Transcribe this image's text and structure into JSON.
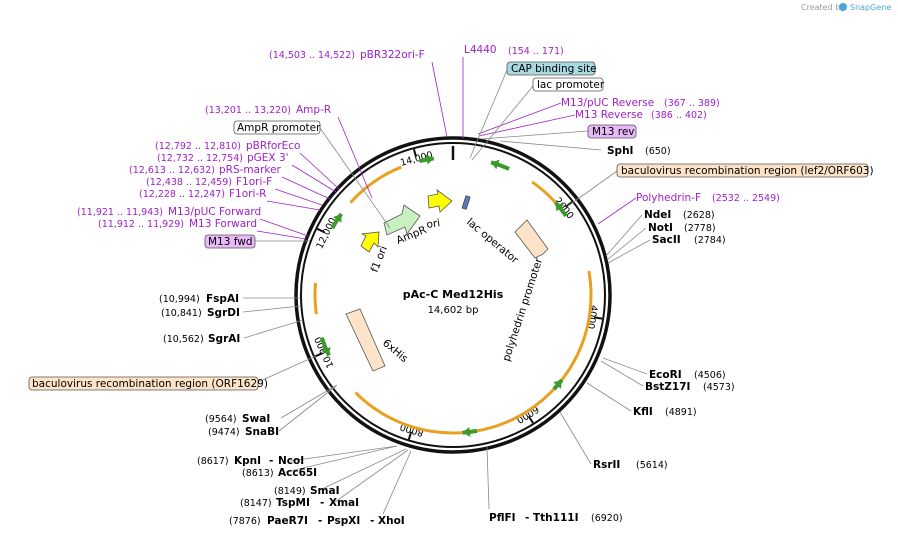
{
  "credit": {
    "created_by": "Created by",
    "brand": "SnapGene"
  },
  "plasmid": {
    "name": "pAc-C Med12His",
    "size": "14,602 bp"
  },
  "ruler": [
    {
      "label": "14,000",
      "angle": -15
    },
    {
      "label": "2000",
      "angle": 52
    },
    {
      "label": "4000",
      "angle": 99
    },
    {
      "label": "6000",
      "angle": 148
    },
    {
      "label": "8000",
      "angle": 197
    },
    {
      "label": "10,000",
      "angle": 246
    },
    {
      "label": "12,000",
      "angle": 296
    }
  ],
  "features": [
    {
      "id": "amp",
      "label": "AmpR",
      "color": "#c8f0c0"
    },
    {
      "id": "ori",
      "label": "ori",
      "color": "#ffff00"
    },
    {
      "id": "f1",
      "label": "f1 ori",
      "color": "#ffff00"
    },
    {
      "id": "lacop",
      "label": "lac operator"
    },
    {
      "id": "polh",
      "label": "polyhedrin promoter"
    },
    {
      "id": "his",
      "label": "6xHis"
    }
  ],
  "sites": [
    {
      "name": "SphI",
      "pos": "(650)"
    },
    {
      "name": "NdeI",
      "pos": "(2628)"
    },
    {
      "name": "NotI",
      "pos": "(2778)"
    },
    {
      "name": "SacII",
      "pos": "(2784)"
    },
    {
      "name": "EcoRI",
      "pos": "(4506)"
    },
    {
      "name": "BstZ17I",
      "pos": "(4573)"
    },
    {
      "name": "KflI",
      "pos": "(4891)"
    },
    {
      "name": "RsrII",
      "pos": "(5614)"
    },
    {
      "name": "PflFI",
      "sep": "-",
      "name2": "Tth111I",
      "pos": "(6920)"
    },
    {
      "name": "PaeR7I",
      "sep": "-",
      "name2": "PspXI",
      "sep2": "-",
      "name3": "XhoI",
      "pos": "(7876)"
    },
    {
      "name": "TspMI",
      "sep": "-",
      "name2": "XmaI",
      "pos": "(8147)"
    },
    {
      "name": "SmaI",
      "pos": "(8149)"
    },
    {
      "name": "Acc65I",
      "pos": "(8613)"
    },
    {
      "name": "KpnI",
      "sep": "-",
      "name2": "NcoI",
      "pos": "(8617)"
    },
    {
      "name": "SnaBI",
      "pos": "(9474)"
    },
    {
      "name": "SwaI",
      "pos": "(9564)"
    },
    {
      "name": "SgrAI",
      "pos": "(10,562)"
    },
    {
      "name": "SgrDI",
      "pos": "(10,841)"
    },
    {
      "name": "FspAI",
      "pos": "(10,994)"
    }
  ],
  "primers": [
    {
      "name": "pBR322ori-F",
      "pos": "(14,503 .. 14,522)"
    },
    {
      "name": "L4440",
      "pos": "(154 .. 171)"
    },
    {
      "name": "M13/pUC Reverse",
      "pos": "(367 .. 389)"
    },
    {
      "name": "M13 Reverse",
      "pos": "(386 .. 402)"
    },
    {
      "name": "Polyhedrin-F",
      "pos": "(2532 .. 2549)"
    },
    {
      "name": "Amp-R",
      "pos": "(13,201 .. 13,220)"
    },
    {
      "name": "pBRforEco",
      "pos": "(12,792 .. 12,810)"
    },
    {
      "name": "pGEX 3'",
      "pos": "(12,732 .. 12,754)"
    },
    {
      "name": "pRS-marker",
      "pos": "(12,613 .. 12,632)"
    },
    {
      "name": "F1ori-F",
      "pos": "(12,438 .. 12,459)"
    },
    {
      "name": "F1ori-R",
      "pos": "(12,228 .. 12,247)"
    },
    {
      "name": "M13/pUC Forward",
      "pos": "(11,921 .. 11,943)"
    },
    {
      "name": "M13 Forward",
      "pos": "(11,912 .. 11,929)"
    }
  ],
  "boxes": [
    {
      "label": "CAP binding site",
      "fill": "#a8d8e0"
    },
    {
      "label": "lac promoter",
      "fill": "#ffffff"
    },
    {
      "label": "M13 rev",
      "fill": "#e8b8f8"
    },
    {
      "label": "baculovirus recombination region (lef2/ORF603)",
      "fill": "#fde4c8"
    },
    {
      "label": "AmpR promoter",
      "fill": "#ffffff"
    },
    {
      "label": "M13 fwd",
      "fill": "#e8b8f8"
    },
    {
      "label": "baculovirus recombination region (ORF1629)",
      "fill": "#fde4c8"
    }
  ],
  "colors": {
    "backbone": "#111111",
    "primer": "#a020c8",
    "orange": "#e8a020",
    "green": "#3a9a2a",
    "leader": "#888888"
  }
}
